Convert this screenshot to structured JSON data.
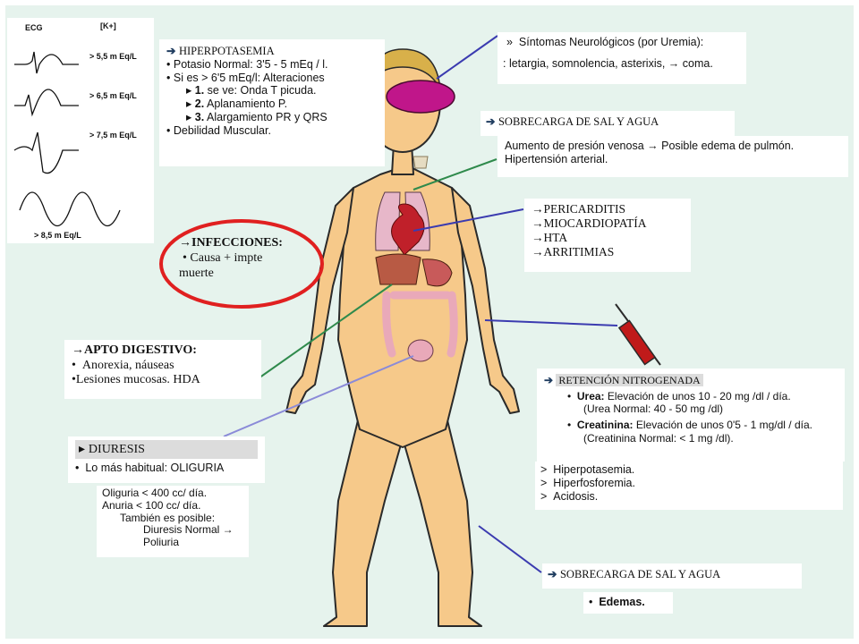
{
  "colors": {
    "background": "#e6f3ed",
    "skin": "#f6c98a",
    "outline": "#2a2a2a",
    "line_blue": "#3b3bb0",
    "line_green": "#2f8a4c",
    "infection_ring": "#e02020",
    "brain": "#c0168a"
  },
  "ecg": {
    "header_ecg": "ECG",
    "header_k": "[K+]",
    "levels": [
      "> 5,5 m Eq/L",
      "> 6,5 m Eq/L",
      "> 7,5 m Eq/L",
      "> 8,5 m Eq/L"
    ]
  },
  "hiperpotasemia": {
    "title": "HIPERPOTASEMIA",
    "items": [
      "Potasio Normal: 3'5 - 5 mEq / l.",
      "Si es > 6'5 mEq/l: Alteraciones"
    ],
    "sub_items": [
      {
        "num": "1.",
        "text": "se ve: Onda T picuda."
      },
      {
        "num": "2.",
        "text": "Aplanamiento P."
      },
      {
        "num": "3.",
        "text": "Alargamiento PR y QRS"
      }
    ],
    "last_item": "Debilidad Muscular."
  },
  "neuro": {
    "title": "Síntomas Neurológicos (por Uremia):",
    "text": ": letargia, somnolencia, asterixis, → coma."
  },
  "sobrecarga_top": {
    "title": "SOBRECARGA DE SAL Y AGUA",
    "lines": [
      "Aumento de presión venosa → Posible edema de pulmón.",
      "Hipertensión arterial."
    ]
  },
  "cardio": {
    "items": [
      "PERICARDITIS",
      "MIOCARDIOPATÍA",
      "HTA",
      "ARRITIMIAS"
    ]
  },
  "infecciones": {
    "title": "INFECCIONES:",
    "lines": [
      "Causa + impte",
      "muerte"
    ]
  },
  "digestivo": {
    "title": "APTO DIGESTIVO:",
    "lines": [
      "Anorexia, náuseas",
      "Lesiones mucosas. HDA"
    ]
  },
  "diuresis": {
    "title": "DIURESIS",
    "item": "Lo más habitual: OLIGURIA",
    "lines": [
      "Oliguria < 400 cc/ día.",
      "Anuria  < 100 cc/ día.",
      "También es posible:",
      "Diuresis Normal →",
      "Poliuria"
    ]
  },
  "retencion": {
    "title": "RETENCIÓN NITROGENADA",
    "items": [
      {
        "label": "Urea:",
        "text": " Elevación de unos 10 - 20 mg /dl / día.",
        "sub": "(Urea Normal: 40 - 50 mg /dl)"
      },
      {
        "label": "Creatinina:",
        "text": " Elevación de unos 0'5 - 1 mg/dl / día.",
        "sub": "(Creatinina Normal: < 1 mg /dl)."
      }
    ],
    "extra": [
      "Hiperpotasemia.",
      "Hiperfosforemia.",
      "Acidosis."
    ]
  },
  "sobrecarga_bottom": {
    "title": "SOBRECARGA DE SAL Y AGUA",
    "item": "Edemas."
  }
}
